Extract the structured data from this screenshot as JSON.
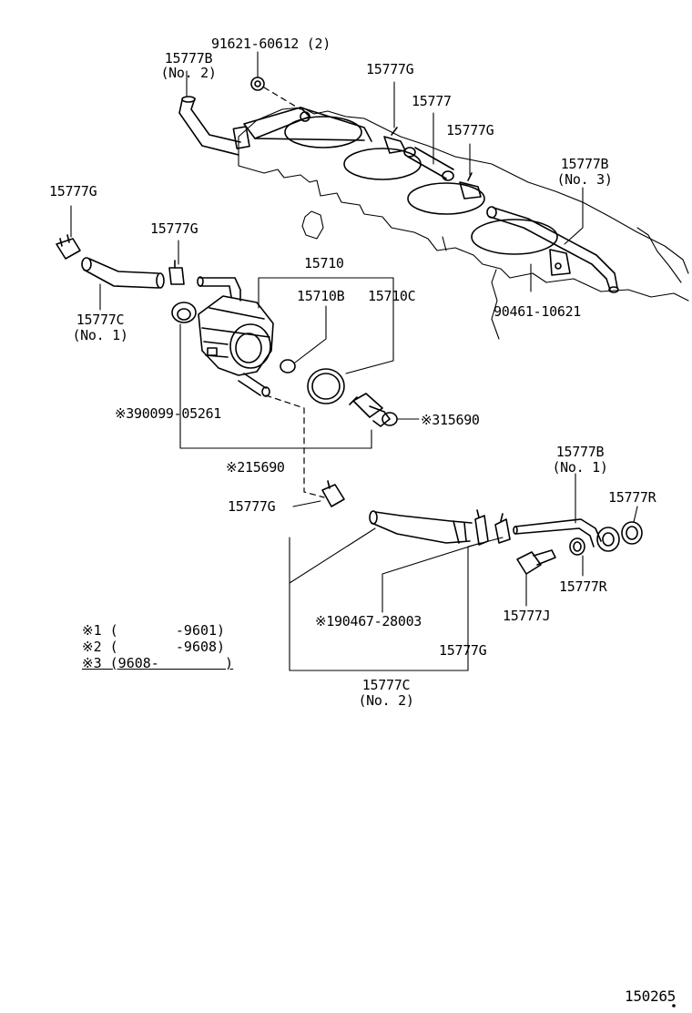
{
  "labels": {
    "bolt_91621": "91621-60612 (2)",
    "hose_15777B_2": "15777B",
    "hose_15777B_2_no": "(No. 2)",
    "clamp_15777G_top": "15777G",
    "pipe_15777": "15777",
    "clamp_15777G_mid": "15777G",
    "hose_15777B_3": "15777B",
    "hose_15777B_3_no": "(No. 3)",
    "clamp_15777G_left": "15777G",
    "clamp_15777G_left2": "15777G",
    "cooler_15710": "15710",
    "oring_15710B": "15710B",
    "oring_15710C": "15710C",
    "hose_15777C_1": "15777C",
    "hose_15777C_1_no": "(No. 1)",
    "bracket_90461": "90461-10621",
    "ring_390099": "※390099-05261",
    "union_315690": "※315690",
    "assy_215690": "※215690",
    "clamp_15777G_low": "15777G",
    "pipe_15777B_1": "15777B",
    "pipe_15777B_1_no": "(No. 1)",
    "gasket_15777R_a": "15777R",
    "gasket_15777R_b": "15777R",
    "bolt_15777J": "15777J",
    "clamp_190467": "※190467-28003",
    "clamp_15777G_bottom": "15777G",
    "hose_15777C_2": "15777C",
    "hose_15777C_2_no": "(No. 2)",
    "diagram_number": "150265"
  },
  "legend": [
    "※1 (       -9601)",
    "※2 (       -9608)",
    "※3 (9608-        )"
  ]
}
